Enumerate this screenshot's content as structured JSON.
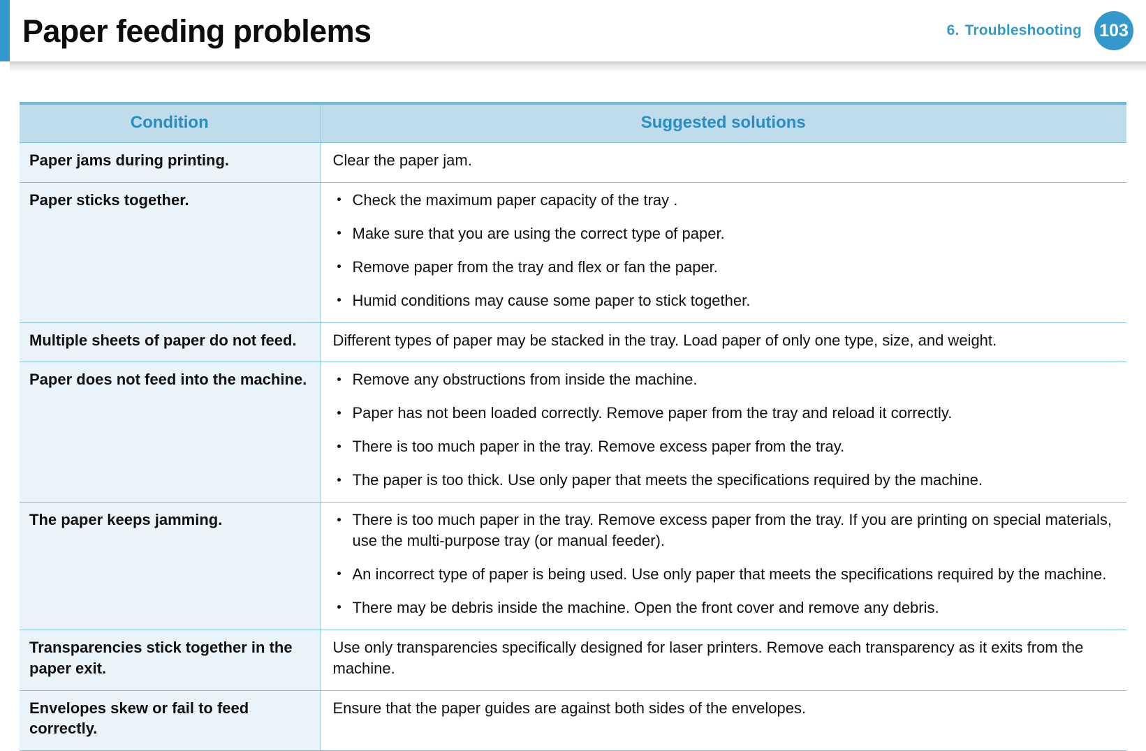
{
  "header": {
    "title": "Paper feeding problems",
    "section_number": "6.",
    "section_name": "Troubleshooting",
    "page_number": "103",
    "accent_color": "#3399cc"
  },
  "table": {
    "columns": [
      "Condition",
      "Suggested solutions"
    ],
    "header_bg": "#bfdceb",
    "header_text_color": "#2b8cc4",
    "condition_cell_bg": "#eaf2fa",
    "divider_color": "#7cbfe0",
    "rows": [
      {
        "condition": "Paper jams during printing.",
        "solution_type": "text",
        "solution_text": "Clear the paper jam.",
        "solution_items": []
      },
      {
        "condition": "Paper sticks together.",
        "solution_type": "list",
        "solution_text": "",
        "solution_items": [
          "Check the maximum paper capacity of the tray .",
          "Make sure that you are using the correct type of paper.",
          "Remove paper from the tray and flex or fan the paper.",
          "Humid conditions may cause some paper to stick together."
        ]
      },
      {
        "condition": "Multiple sheets of paper do not feed.",
        "solution_type": "text",
        "solution_text": "Different types of paper may be stacked in the tray. Load paper of only one type, size, and weight.",
        "solution_items": []
      },
      {
        "condition": "Paper does not feed into the machine.",
        "solution_type": "list",
        "solution_text": "",
        "solution_items": [
          "Remove any obstructions from inside the machine.",
          "Paper has not been loaded correctly. Remove paper from the tray and reload it correctly.",
          "There is too much paper in the tray. Remove excess paper from the tray.",
          "The paper is too thick. Use only paper that meets the specifications required by the machine."
        ]
      },
      {
        "condition": "The paper keeps jamming.",
        "solution_type": "list",
        "solution_text": "",
        "solution_items": [
          "There is too much paper in the tray. Remove excess paper from the tray. If you are printing on special materials, use the multi-purpose tray (or manual feeder).",
          "An incorrect type of paper is being used. Use only paper that meets the specifications required by the machine.",
          "There may be debris inside the machine. Open the front cover and remove any debris."
        ]
      },
      {
        "condition": "Transparencies stick together in the paper exit.",
        "solution_type": "text",
        "solution_text": "Use only transparencies specifically designed for laser printers. Remove each transparency as it exits from the machine.",
        "solution_items": []
      },
      {
        "condition": "Envelopes skew or fail to feed correctly.",
        "solution_type": "text",
        "solution_text": "Ensure that the paper guides are against both sides of the envelopes.",
        "solution_items": []
      }
    ]
  }
}
